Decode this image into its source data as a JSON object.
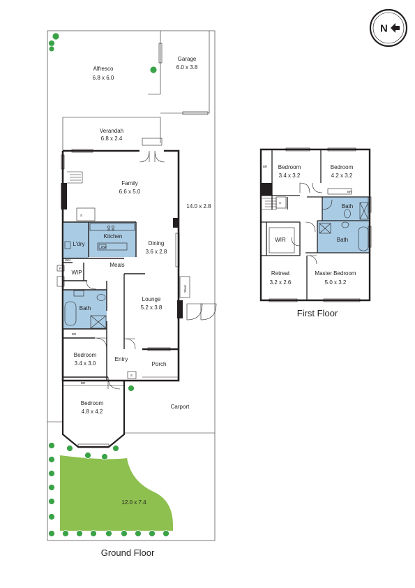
{
  "compass": {
    "letter": "N"
  },
  "ground_floor": {
    "title": "Ground Floor",
    "rooms": {
      "alfresco": {
        "name": "Alfresco",
        "dims": "6.8 x 6.0"
      },
      "garage": {
        "name": "Garage",
        "dims": "6.0 x 3.8"
      },
      "verandah": {
        "name": "Verandah",
        "dims": "6.8 x 2.4"
      },
      "family": {
        "name": "Family",
        "dims": "6.6 x 5.0"
      },
      "side": {
        "dims": "14.0 x 2.8"
      },
      "kitchen": {
        "name": "Kitchen"
      },
      "laundry": {
        "name": "L'dry"
      },
      "dining": {
        "name": "Dining",
        "dims": "3.6 x 2.8"
      },
      "meals": {
        "name": "Meals"
      },
      "wip": {
        "name": "WIP"
      },
      "bath": {
        "name": "Bath"
      },
      "lounge": {
        "name": "Lounge",
        "dims": "5.2 x 3.8"
      },
      "shed": {
        "name": "Shed"
      },
      "bedroom1": {
        "name": "Bedroom",
        "dims": "3.4 x 3.0"
      },
      "entry": {
        "name": "Entry"
      },
      "porch": {
        "name": "Porch"
      },
      "carport": {
        "name": "Carport"
      },
      "bedroom2": {
        "name": "Bedroom",
        "dims": "4.8 x 4.2"
      },
      "garden": {
        "dims": "12.0 x 7.4"
      }
    },
    "fixtures": {
      "s": "S",
      "br": "BR",
      "dw": "DW",
      "wm": "WM",
      "p": "P"
    }
  },
  "first_floor": {
    "title": "First Floor",
    "rooms": {
      "bedroom_a": {
        "name": "Bedroom",
        "dims": "3.4 x 3.2"
      },
      "bedroom_b": {
        "name": "Bedroom",
        "dims": "4.2 x 3.2"
      },
      "bath_a": {
        "name": "Bath"
      },
      "bath_b": {
        "name": "Bath"
      },
      "wir": {
        "name": "WIR"
      },
      "retreat": {
        "name": "Retreat",
        "dims": "3.2 x 2.6"
      },
      "master": {
        "name": "Master Bedroom",
        "dims": "5.0 x 3.2"
      }
    },
    "fixtures": {
      "br": "BR",
      "s": "S"
    }
  },
  "colors": {
    "wet_area": "#a9cbe3",
    "lawn": "#8dc04f",
    "tree": "#3aa247",
    "line": "#231f20"
  }
}
